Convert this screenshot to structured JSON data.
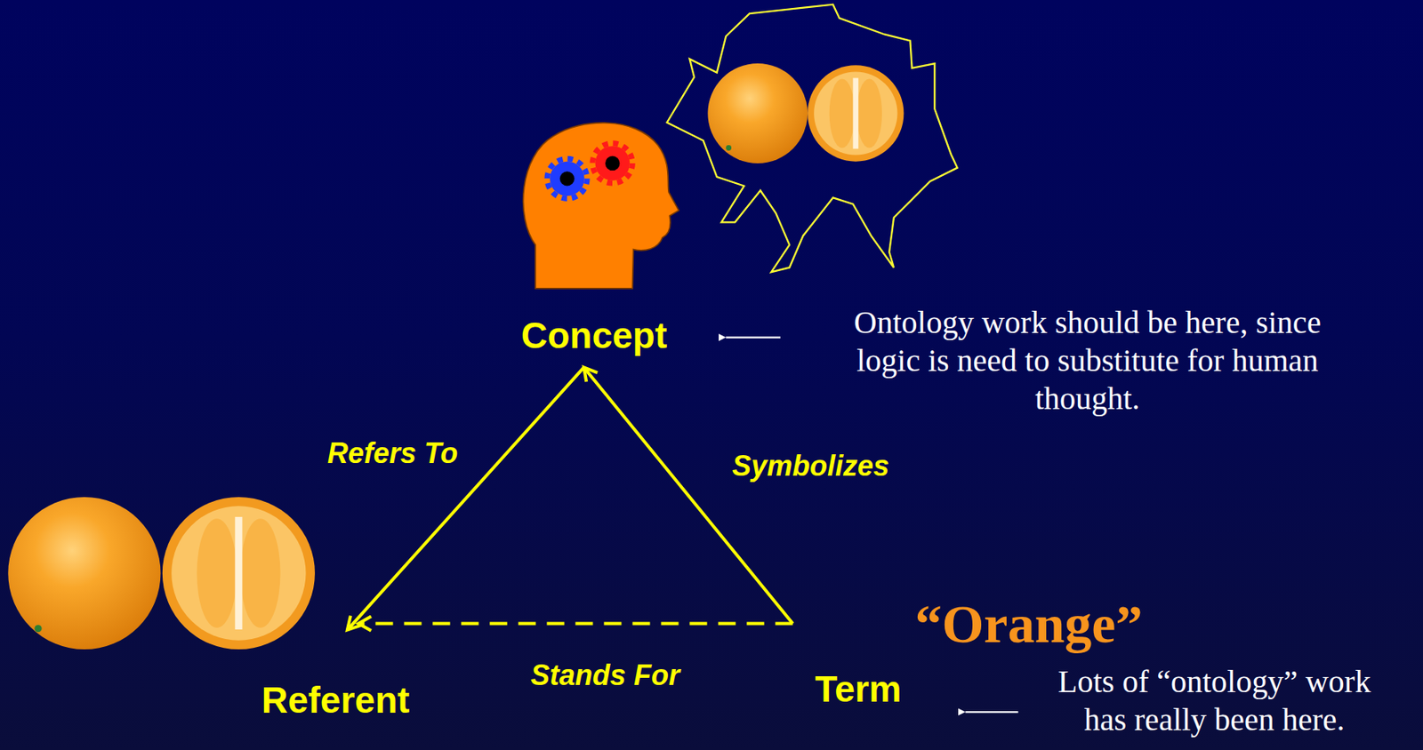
{
  "diagram": {
    "nodes": [
      {
        "text": [
          "Concept"
        ]
      },
      {
        "text": [
          "Referent"
        ]
      },
      {
        "text": [
          "“Orange”",
          "Term"
        ]
      }
    ],
    "edges": [
      {
        "from": 0,
        "to": 1,
        "label": "Refers To",
        "arrow": "to"
      },
      {
        "from": 2,
        "to": 0,
        "label": "Symbolizes",
        "arrow": "to"
      },
      {
        "from": 2,
        "to": 1,
        "label": "Stands For",
        "arrow": "to"
      }
    ],
    "labels": [
      "Ontology work should be here, since logic is need to substitute for human thought.",
      "Lots of “ontology” work has really been here."
    ]
  }
}
